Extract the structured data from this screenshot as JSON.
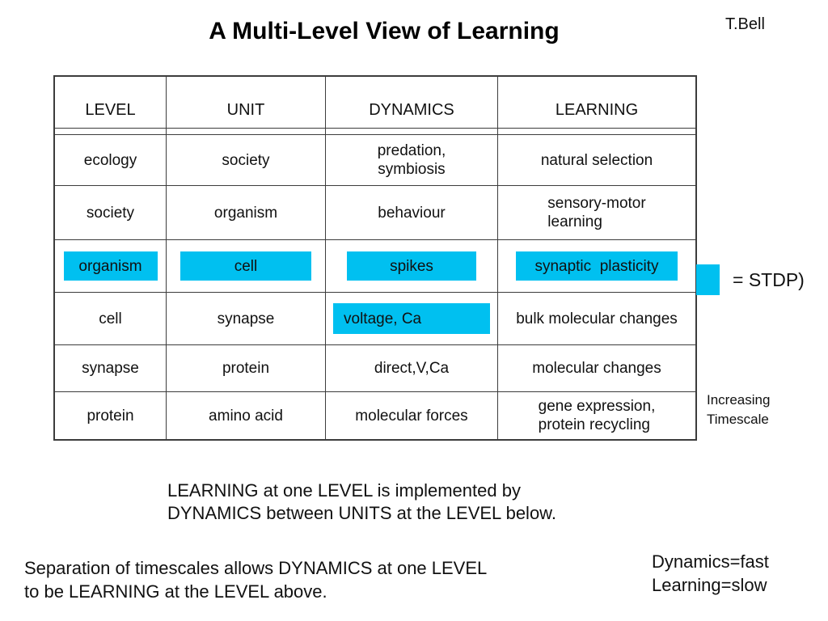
{
  "slide": {
    "title": "A Multi-Level View of Learning",
    "author": "T.Bell"
  },
  "colors": {
    "highlight": "#00C0F0",
    "border": "#3c3c3c",
    "text": "#111111"
  },
  "table": {
    "headers": [
      "LEVEL",
      "UNIT",
      "DYNAMICS",
      "LEARNING"
    ],
    "rows": [
      {
        "cells": [
          {
            "text": "ecology",
            "highlighted": false
          },
          {
            "text": "society",
            "highlighted": false
          },
          {
            "text": "predation,\nsymbiosis",
            "highlighted": false
          },
          {
            "text": "natural selection",
            "highlighted": false
          }
        ]
      },
      {
        "cells": [
          {
            "text": "society",
            "highlighted": false
          },
          {
            "text": "organism",
            "highlighted": false
          },
          {
            "text": "behaviour",
            "highlighted": false
          },
          {
            "text": "sensory-motor\nlearning",
            "highlighted": false
          }
        ]
      },
      {
        "cells": [
          {
            "text": "organism",
            "highlighted": true
          },
          {
            "text": "cell",
            "highlighted": true
          },
          {
            "text": "spikes",
            "highlighted": true
          },
          {
            "text": "synaptic  plasticity",
            "highlighted": true
          }
        ]
      },
      {
        "cells": [
          {
            "text": "cell",
            "highlighted": false
          },
          {
            "text": "synapse",
            "highlighted": false
          },
          {
            "text": "voltage, Ca",
            "highlighted": true
          },
          {
            "text": "bulk molecular changes",
            "highlighted": false
          }
        ]
      },
      {
        "cells": [
          {
            "text": "synapse",
            "highlighted": false
          },
          {
            "text": "protein",
            "highlighted": false
          },
          {
            "text": "direct,V,Ca",
            "highlighted": false
          },
          {
            "text": "molecular changes",
            "highlighted": false
          }
        ]
      },
      {
        "cells": [
          {
            "text": "protein",
            "highlighted": false
          },
          {
            "text": "amino acid",
            "highlighted": false
          },
          {
            "text": "molecular forces",
            "highlighted": false
          },
          {
            "text": "gene expression,\nprotein recycling",
            "highlighted": false
          }
        ]
      }
    ]
  },
  "annotations": {
    "stdp": "= STDP)",
    "timescale": "Increasing\nTimescale",
    "learning_note": "LEARNING at one LEVEL is implemented by\nDYNAMICS between UNITS at the LEVEL below.",
    "separation_note": "Separation of timescales allows DYNAMICS at one LEVEL\nto be LEARNING at the LEVEL above.",
    "speed_note": "Dynamics=fast\nLearning=slow"
  }
}
